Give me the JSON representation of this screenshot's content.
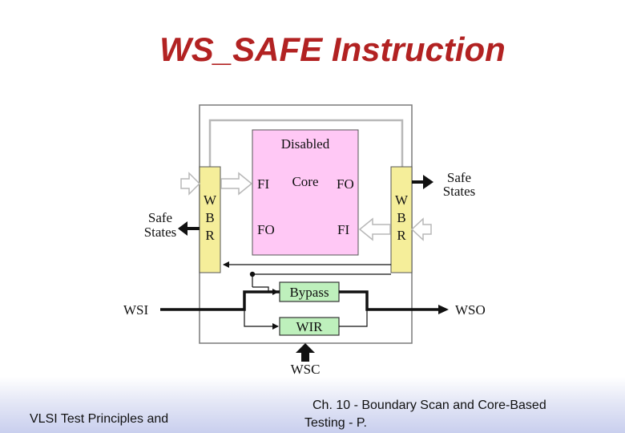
{
  "slide": {
    "title": "WS_SAFE Instruction"
  },
  "diagram": {
    "core_title": "Disabled",
    "core_label": "Core",
    "core_port_fi_left": "FI",
    "core_port_fo_right": "FO",
    "core_port_fo_left": "FO",
    "core_port_fi_right": "FI",
    "wbr_left": [
      "W",
      "B",
      "R"
    ],
    "wbr_right": [
      "W",
      "B",
      "R"
    ],
    "safe_states_left": [
      "Safe",
      "States"
    ],
    "safe_states_right": [
      "Safe",
      "States"
    ],
    "bypass_label": "Bypass",
    "wir_label": "WIR",
    "wsi_label": "WSI",
    "wso_label": "WSO",
    "wsc_label": "WSC",
    "colors": {
      "core_fill": "#ffc8f5",
      "wbr_fill": "#f5ee9a",
      "register_fill": "#bef0bc",
      "title_color": "#b22222"
    }
  },
  "footer": {
    "left_text": "VLSI Test Principles and",
    "right_line1": "Ch. 10 - Boundary Scan and Core-Based",
    "right_line2": "Testing - P."
  }
}
